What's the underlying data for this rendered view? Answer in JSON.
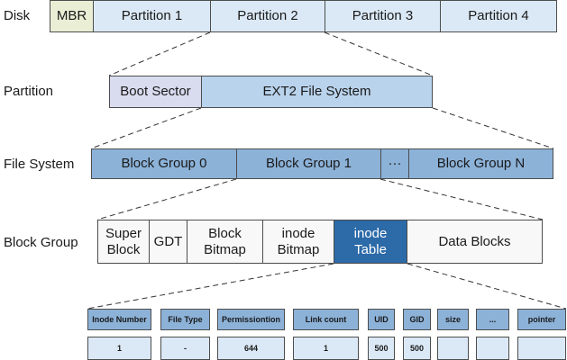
{
  "rows": {
    "disk": {
      "label": "Disk",
      "mbr": "MBR",
      "partitions": [
        "Partition 1",
        "Partition 2",
        "Partition 3",
        "Partition 4"
      ]
    },
    "partition": {
      "label": "Partition",
      "boot_sector": "Boot Sector",
      "fs": "EXT2 File System"
    },
    "file_system": {
      "label": "File System",
      "groups": [
        "Block Group 0",
        "Block Group 1",
        "···",
        "Block Group N"
      ]
    },
    "block_group": {
      "label": "Block Group",
      "cells": [
        "Super\nBlock",
        "GDT",
        "Block\nBitmap",
        "inode\nBitmap",
        "inode\nTable",
        "Data Blocks"
      ]
    }
  },
  "inode_table": {
    "headers": [
      "Inode Number",
      "File Type",
      "Permissiontion",
      "Link count",
      "UID",
      "GID",
      "size",
      "...",
      "pointer"
    ],
    "values": [
      "1",
      "-",
      "644",
      "1",
      "500",
      "500",
      "",
      "",
      ""
    ]
  }
}
